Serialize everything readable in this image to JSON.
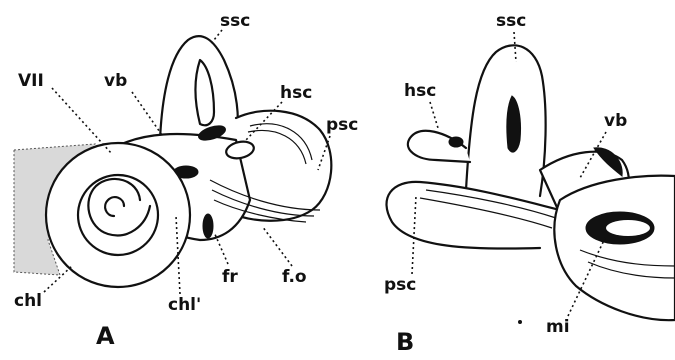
{
  "figure": {
    "panel_a": {
      "letter": "A",
      "labels": {
        "ssc": "ssc",
        "vii": "VII",
        "vb": "vb",
        "hsc": "hsc",
        "psc": "psc",
        "chl": "chl",
        "chl_prime": "chl'",
        "fr": "fr",
        "fo": "f.o"
      }
    },
    "panel_b": {
      "letter": "B",
      "labels": {
        "ssc": "ssc",
        "hsc": "hsc",
        "vb": "vb",
        "psc": "psc",
        "mi": "mi"
      }
    }
  }
}
